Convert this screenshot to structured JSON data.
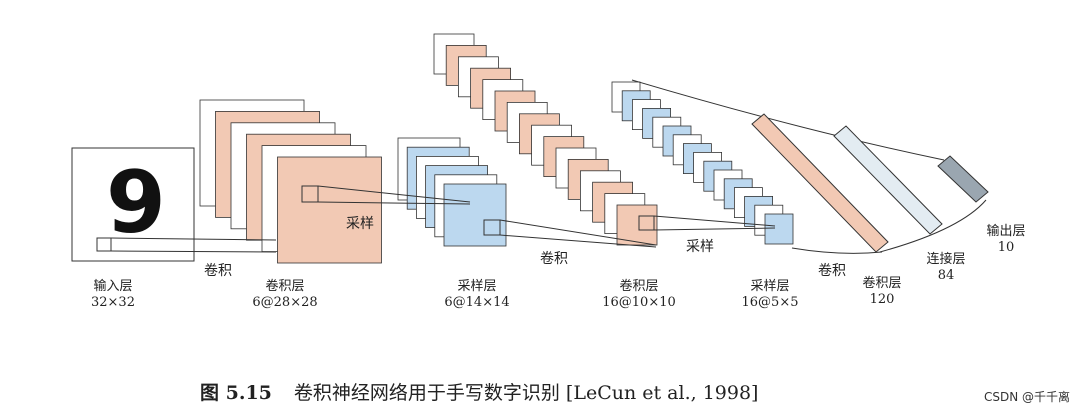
{
  "layers": {
    "input": {
      "name": "输入层",
      "size": "32×32"
    },
    "c1": {
      "name": "卷积层",
      "size": "6@28×28"
    },
    "s2": {
      "name": "采样层",
      "size": "6@14×14"
    },
    "c3": {
      "name": "卷积层",
      "size": "16@10×10"
    },
    "s4": {
      "name": "采样层",
      "size": "16@5×5"
    },
    "c5": {
      "name": "卷积层",
      "size": "120"
    },
    "f6": {
      "name": "连接层",
      "size": "84"
    },
    "output": {
      "name": "输出层",
      "size": "10"
    }
  },
  "ops": {
    "conv1": "卷积",
    "pool1": "采样",
    "conv2": "卷积",
    "pool2": "采样",
    "conv3": "卷积"
  },
  "input_digit": "9",
  "caption": {
    "figure": "图 5.15",
    "text": "卷积神经网络用于手写数字识别 [LeCun et al., 1998]"
  },
  "watermark": "CSDN @千千离",
  "colors": {
    "conv_fill": "#f2c9b4",
    "pool_fill": "#bcd8ef",
    "f6_fill": "#e3ecf2",
    "output_fill": "#9aa6b0",
    "stroke": "#333333"
  }
}
